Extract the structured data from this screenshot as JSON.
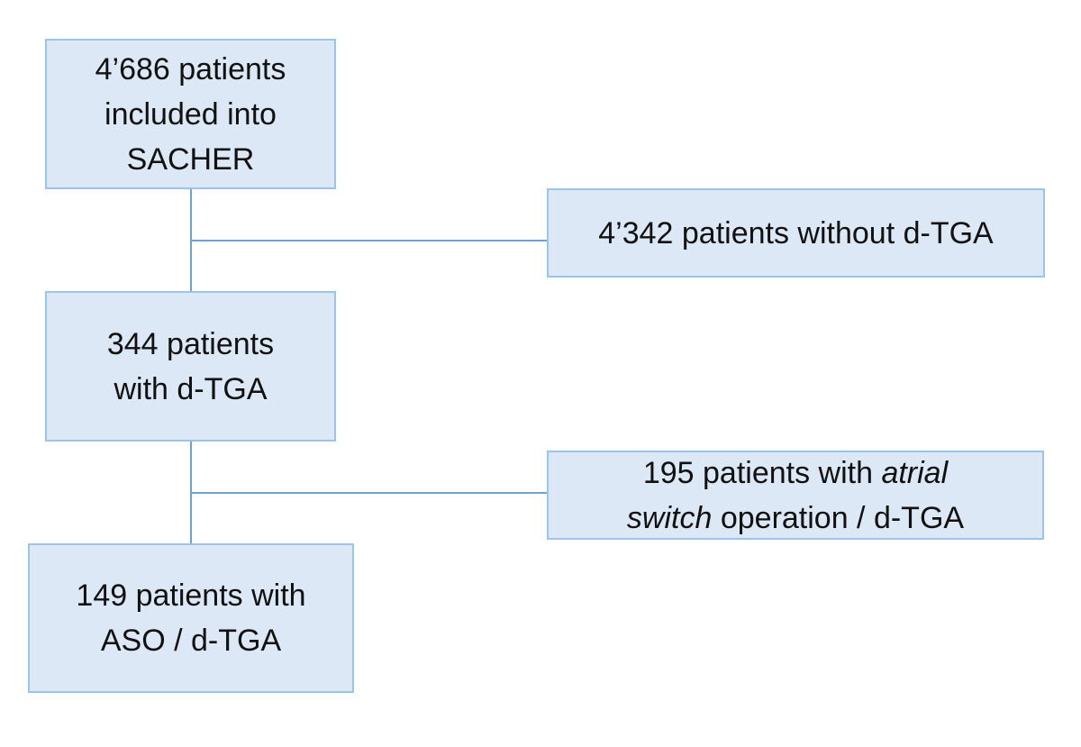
{
  "diagram": {
    "type": "patient-flow-diagram",
    "boxes": {
      "top": {
        "lines": [
          "4’686 patients",
          "included into",
          "SACHER"
        ]
      },
      "excluded1": {
        "lines": [
          "4’342 patients without d-TGA"
        ]
      },
      "mid": {
        "lines": [
          "344 patients",
          "with d-TGA"
        ]
      },
      "excluded2": {
        "segments": [
          {
            "text": "195 patients with "
          },
          {
            "text": "atrial",
            "italic": true
          },
          {
            "text": "\n"
          },
          {
            "text": "switch",
            "italic": true
          },
          {
            "text": " operation / d-TGA"
          }
        ]
      },
      "bottom": {
        "lines": [
          "149 patients with",
          "ASO / d-TGA"
        ]
      }
    },
    "colors": {
      "box_fill": "#dce8f5",
      "box_border": "#9dc3e6",
      "connector": "#6fa0d6",
      "text": "#111111",
      "background": "#ffffff"
    }
  }
}
